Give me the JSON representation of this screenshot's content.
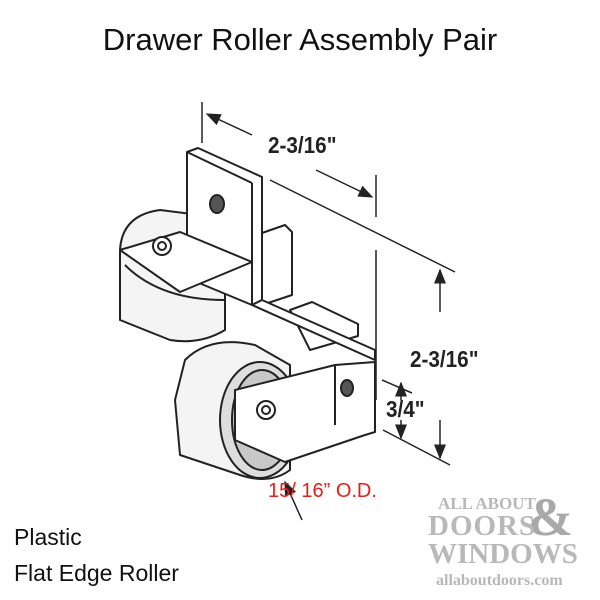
{
  "title": "Drawer Roller Assembly Pair",
  "dimensions": {
    "width": "2-3/16\"",
    "height": "2-3/16\"",
    "offset": "3/4\"",
    "roller_diameter": "15/ 16” O.D."
  },
  "description": [
    "Plastic",
    "Flat Edge Roller"
  ],
  "logo": {
    "line1": "ALL ABOUT",
    "line2": "DOORS",
    "ampersand": "&",
    "line3": "WINDOWS",
    "url": "allaboutdoors.com"
  },
  "colors": {
    "annotation_red": "#e0201b",
    "logo_gray": "#b8b8b8"
  }
}
